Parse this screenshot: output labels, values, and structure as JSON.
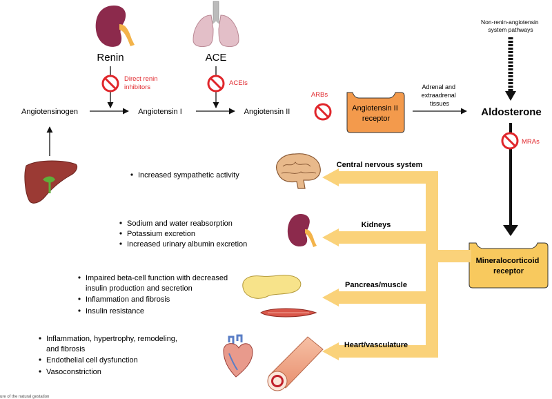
{
  "enzymes": {
    "renin": "Renin",
    "ace": "ACE"
  },
  "pathway": {
    "angiotensinogen": "Angiotensinogen",
    "angiotensin_1": "Angiotensin I",
    "angiotensin_2": "Angiotensin II",
    "at2_receptor": [
      "Angiotensin II",
      "receptor"
    ],
    "adrenal_label": [
      "Adrenal and",
      "extraadrenal",
      "tissues"
    ],
    "aldosterone": "Aldosterone",
    "non_ras": [
      "Non-renin-angiotensin",
      "system pathways"
    ],
    "mr_receptor": [
      "Mineralocorticoid",
      "receptor"
    ]
  },
  "inhibitors": {
    "direct_renin": [
      "Direct renin",
      "inhibitors"
    ],
    "acei": "ACEIs",
    "arb": "ARBs",
    "mra": "MRAs"
  },
  "targets": [
    {
      "label": "Central nervous system",
      "effects": [
        [
          "Increased sympathetic activity"
        ]
      ]
    },
    {
      "label": "Kidneys",
      "effects": [
        [
          "Sodium and water reabsorption"
        ],
        [
          "Potassium excretion"
        ],
        [
          "Increased urinary albumin excretion"
        ]
      ]
    },
    {
      "label": "Pancreas/muscle",
      "effects": [
        [
          "Impaired beta-cell function with decreased",
          "insulin production and secretion"
        ],
        [
          "Inflammation and fibrosis"
        ],
        [
          "Insulin resistance"
        ]
      ]
    },
    {
      "label": "Heart/vasculature",
      "effects": [
        [
          "Inflammation, hypertrophy, remodeling,",
          "and fibrosis"
        ],
        [
          "Endothelial cell dysfunction"
        ],
        [
          "Vasoconstriction"
        ]
      ]
    }
  ],
  "footer_fragment": "ure of the natural gestation",
  "icons": {
    "kidney": "kidney-icon",
    "lungs": "lungs-icon",
    "liver": "liver-icon",
    "brain": "brain-icon",
    "pancreas": "pancreas-icon",
    "muscle": "muscle-icon",
    "heart": "heart-icon",
    "vessel": "blood-vessel-icon",
    "no_sign": "no-sign-icon"
  },
  "colors": {
    "inhibitor_red": "#e0262b",
    "receptor_orange": "#f39a4c",
    "mr_yellow": "#f8c95e",
    "pathway_yellow": "#fad27a",
    "kidney": "#8c2a4c",
    "lung": "#e3bfc8"
  }
}
